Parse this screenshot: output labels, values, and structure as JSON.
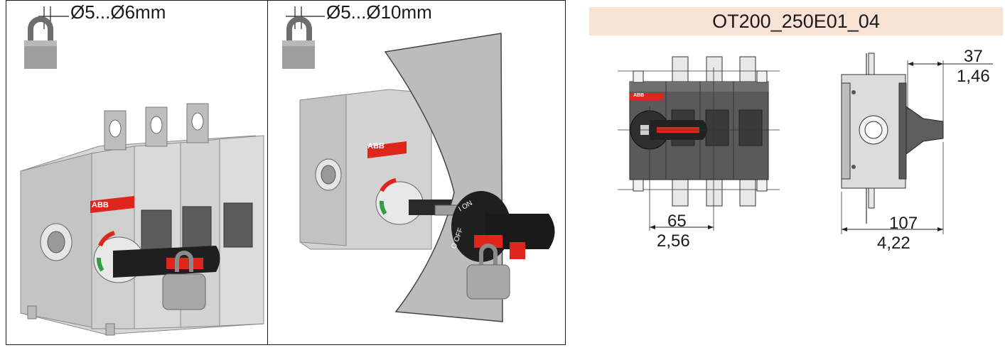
{
  "left_panel": {
    "lock_dimension": "Ø5...Ø6mm"
  },
  "middle_panel": {
    "lock_dimension": "Ø5...Ø10mm"
  },
  "product_code": "OT200_250E01_04",
  "labels": {
    "brand": "ABB",
    "handle_on": "I ON",
    "handle_off": "O OFF"
  },
  "front_view": {
    "width_mm": "65",
    "width_in": "2,56"
  },
  "side_view": {
    "depth_mm": "107",
    "depth_in": "4,22",
    "handle_mm": "37",
    "handle_in": "1,46"
  },
  "colors": {
    "banner_bg": "#f8e1d5",
    "handle_red": "#e0261c",
    "body_grey": "#cfcfcf"
  }
}
